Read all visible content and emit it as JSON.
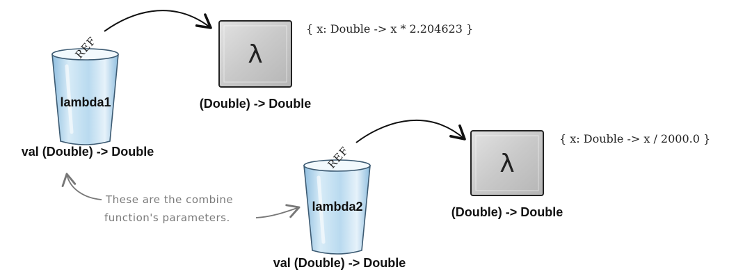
{
  "lambda1": {
    "variable_name": "lambda1",
    "variable_type": "val (Double) -> Double",
    "ref_label": "REF",
    "object_symbol": "λ",
    "object_type": "(Double) -> Double",
    "object_code": "{ x: Double -> x * 2.204623 }"
  },
  "lambda2": {
    "variable_name": "lambda2",
    "variable_type": "val (Double) -> Double",
    "ref_label": "REF",
    "object_symbol": "λ",
    "object_type": "(Double) -> Double",
    "object_code": "{ x: Double -> x / 2000.0 }"
  },
  "annotation": {
    "line1": "These are the combine",
    "line2": "function's parameters."
  }
}
